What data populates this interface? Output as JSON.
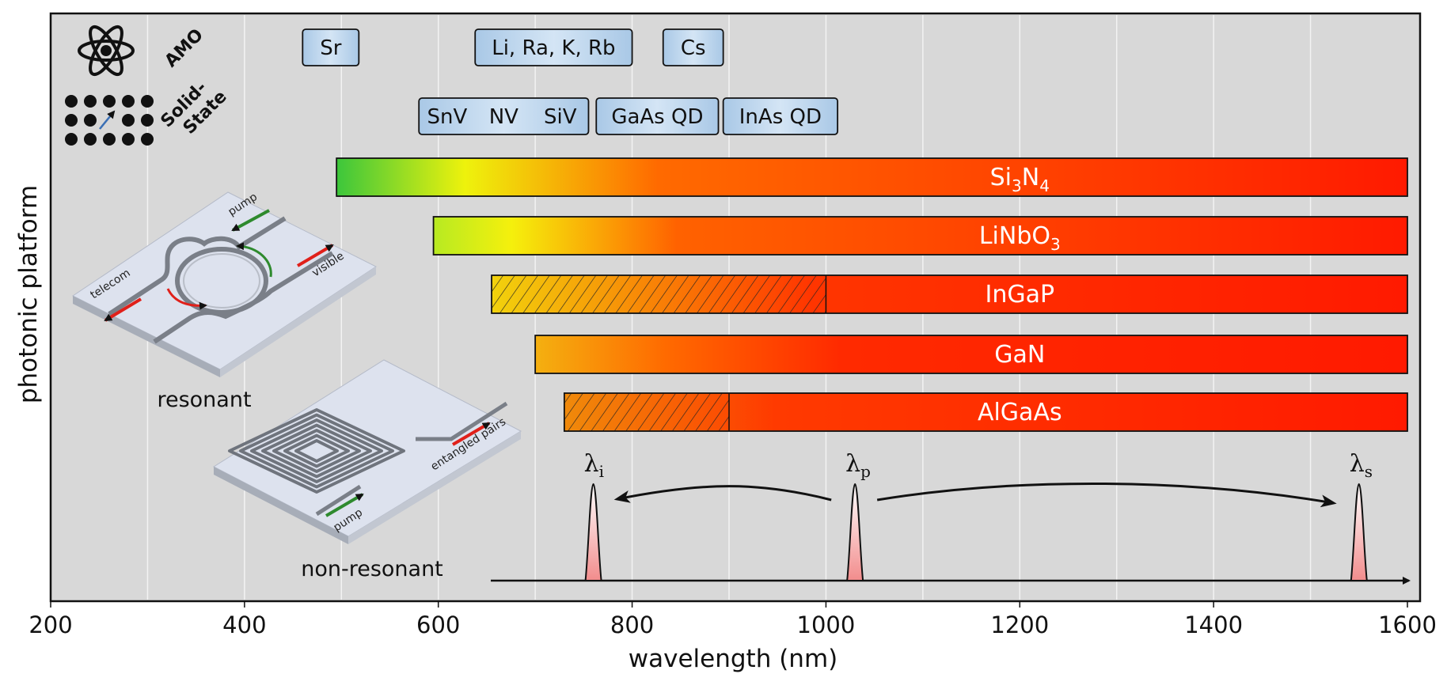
{
  "chart_data": {
    "type": "bar",
    "orientation": "horizontal-range",
    "xlabel": "wavelength (nm)",
    "ylabel": "photonic platform",
    "xlim": [
      200,
      1600
    ],
    "xticks": [
      200,
      400,
      600,
      800,
      1000,
      1200,
      1400,
      1600
    ],
    "grid": true,
    "series": [
      {
        "label": "Si",
        "sub1": "3",
        "mid": "N",
        "sub2": "4",
        "start": 495,
        "end": 1600
      },
      {
        "label": "LiNbO",
        "sub1": "3",
        "start": 595,
        "end": 1600
      },
      {
        "label": "InGaP",
        "start": 655,
        "end": 1600,
        "hatched_end": 1000
      },
      {
        "label": "GaN",
        "start": 700,
        "end": 1600
      },
      {
        "label": "AlGaAs",
        "start": 730,
        "end": 1600,
        "hatched_end": 900
      }
    ],
    "emitters": {
      "AMO": [
        {
          "label": "Sr",
          "start": 460,
          "end": 518
        },
        {
          "label": "Li, Ra, K, Rb",
          "start": 638,
          "end": 800
        },
        {
          "label": "Cs",
          "start": 832,
          "end": 894
        }
      ],
      "Solid-State": [
        {
          "labels": [
            "SnV",
            "NV",
            "SiV"
          ],
          "start": 580,
          "end": 755
        },
        {
          "label": "GaAs QD",
          "start": 763,
          "end": 889
        },
        {
          "label": "InAs QD",
          "start": 894,
          "end": 1012
        }
      ]
    },
    "conversion": {
      "idler": {
        "symbol": "λ",
        "sub": "i",
        "x": 760
      },
      "pump": {
        "symbol": "λ",
        "sub": "p",
        "x": 1030
      },
      "signal": {
        "symbol": "λ",
        "sub": "s",
        "x": 1550
      }
    }
  },
  "legend": {
    "amo": "AMO",
    "solid_state_1": "Solid-",
    "solid_state_2": "State"
  },
  "schemes": {
    "resonant": "resonant",
    "non_resonant": "non-resonant",
    "pump": "pump",
    "telecom": "telecom",
    "visible": "visible",
    "entangled": "entangled pairs"
  },
  "colors": {
    "panel_bg": "#d8d8d8",
    "chip_fill": "#bcd6ee",
    "bar_red": "#ff1e00",
    "green_start": "#3fc63f",
    "yellow": "#f2f20f",
    "peak_fill": "#f7a0a0"
  }
}
